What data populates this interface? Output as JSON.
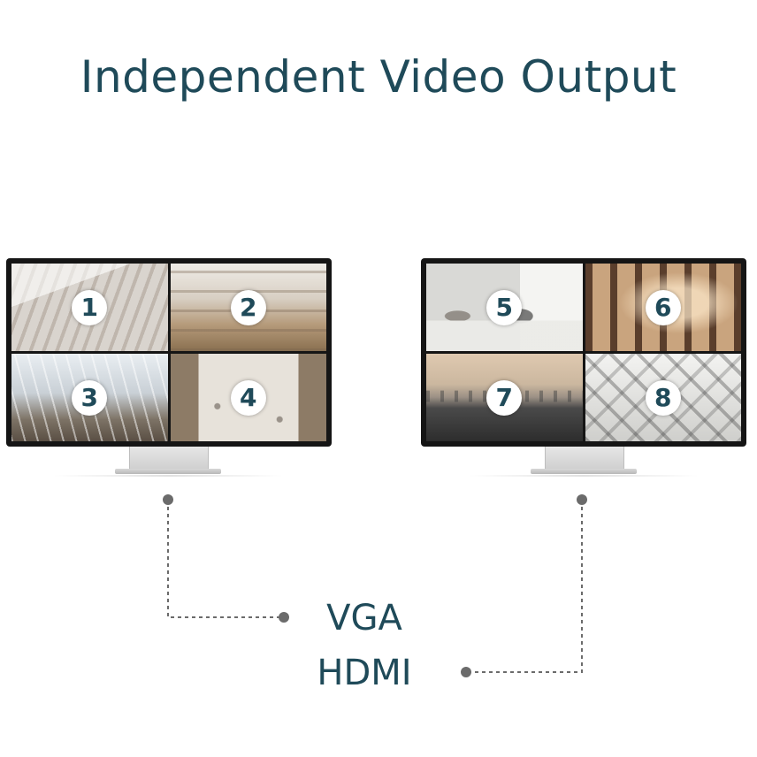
{
  "title": "Independent Video Output",
  "monitors": [
    {
      "side": "left",
      "tiles": [
        {
          "number": "1",
          "scene": "mall-escalator"
        },
        {
          "number": "2",
          "scene": "mall-atrium"
        },
        {
          "number": "3",
          "scene": "mall-glass-roof"
        },
        {
          "number": "4",
          "scene": "mall-floor-overhead"
        }
      ]
    },
    {
      "side": "right",
      "tiles": [
        {
          "number": "5",
          "scene": "office-lounge"
        },
        {
          "number": "6",
          "scene": "colonnade-corridor"
        },
        {
          "number": "7",
          "scene": "rooftop-terrace"
        },
        {
          "number": "8",
          "scene": "overhead-lobby"
        }
      ]
    }
  ],
  "outputs": {
    "vga": "VGA",
    "hdmi": "HDMI"
  },
  "colors": {
    "text": "#1f4a59",
    "connector": "#6b6b6b"
  }
}
